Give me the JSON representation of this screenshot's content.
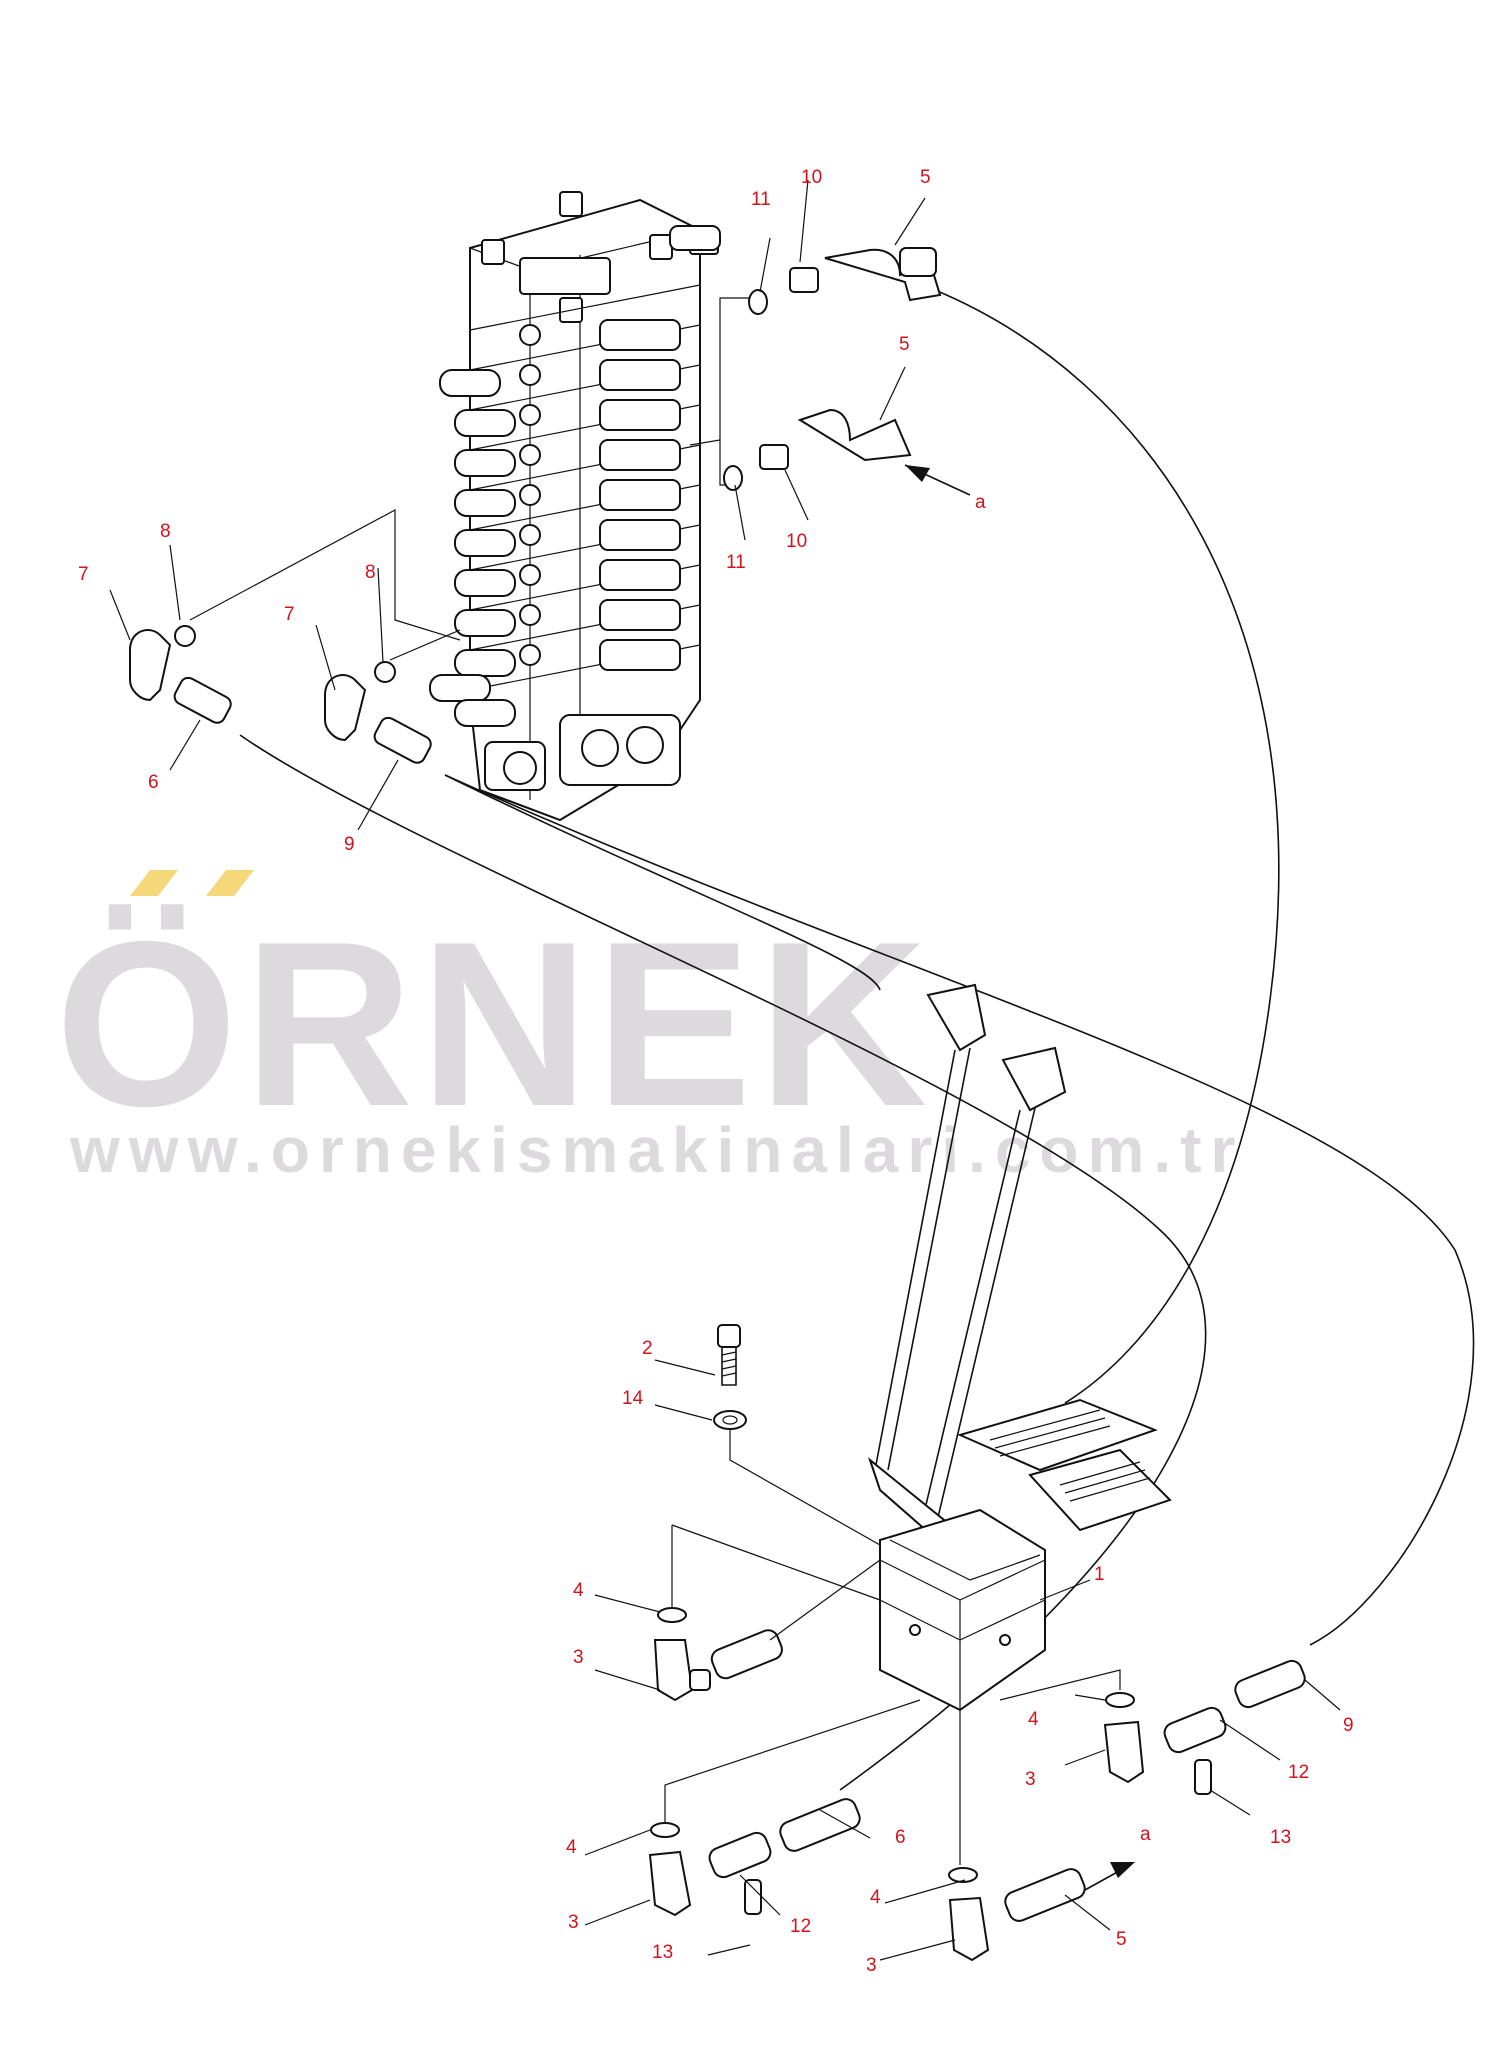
{
  "watermark": {
    "brand": "ÖRNEK",
    "url": "www.ornekismakinalari.com.tr",
    "accent_color": "#f5d87a",
    "text_color": "#dcdadd"
  },
  "callout_color": "#d4121a",
  "callouts": {
    "c1": "1",
    "c2": "2",
    "c14": "14",
    "c3a": "3",
    "c3b": "3",
    "c3c": "3",
    "c3d": "3",
    "c4a": "4",
    "c4b": "4",
    "c4c": "4",
    "c4d": "4",
    "c5a": "5",
    "c5b": "5",
    "c5c": "5",
    "c6a": "6",
    "c6b": "6",
    "c7a": "7",
    "c7b": "7",
    "c8a": "8",
    "c8b": "8",
    "c9a": "9",
    "c9b": "9",
    "c10a": "10",
    "c10b": "10",
    "c11a": "11",
    "c11b": "11",
    "c12a": "12",
    "c12b": "12",
    "c13a": "13",
    "c13b": "13"
  },
  "markers": {
    "a_top": "a",
    "a_bottom": "a"
  }
}
